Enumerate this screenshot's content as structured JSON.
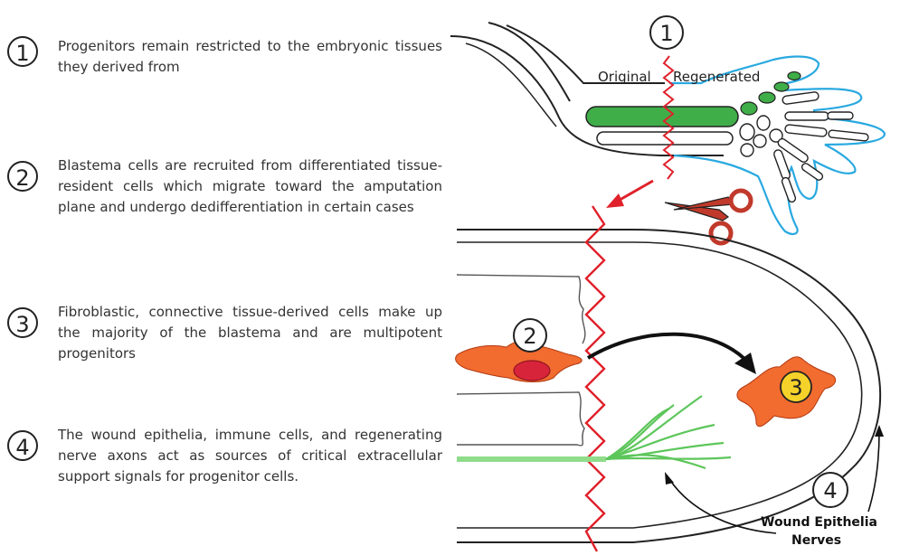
{
  "points": [
    {
      "number": "1",
      "text": "Progenitors remain restricted to the embryonic tissues they derived from"
    },
    {
      "number": "2",
      "text": "Blastema cells are recruited from differentiated tissue-resident cells which migrate toward the amputation plane and undergo dedifferentiation in certain cases"
    },
    {
      "number": "3",
      "text": "Fibroblastic, connective tissue-derived cells make up the majority of the blastema and are multipotent progenitors"
    },
    {
      "number": "4",
      "text": "The wound epithelia, immune cells, and regenerating nerve axons act as sources of critical extracellular support signals for progenitor cells."
    }
  ],
  "diagram": {
    "marker_1": "1",
    "label_original": "Original",
    "label_regenerated": "Regenerated",
    "marker_2": "2",
    "marker_3": "3",
    "marker_4": "4",
    "label_wound_epithelia": "Wound Epithelia",
    "label_nerves": "Nerves"
  },
  "colors": {
    "amputation_line": "#e0202a",
    "bone": "#3fae49",
    "regenerated_outline": "#29a9e0",
    "cell": "#f26b2f",
    "nucleus": "#d8243a",
    "blastema_nucleus": "#f5d22a",
    "nerve": "#5cc65a",
    "scissors": "#c0392b"
  },
  "icons": [
    "scissors-icon",
    "arrow-icon"
  ]
}
